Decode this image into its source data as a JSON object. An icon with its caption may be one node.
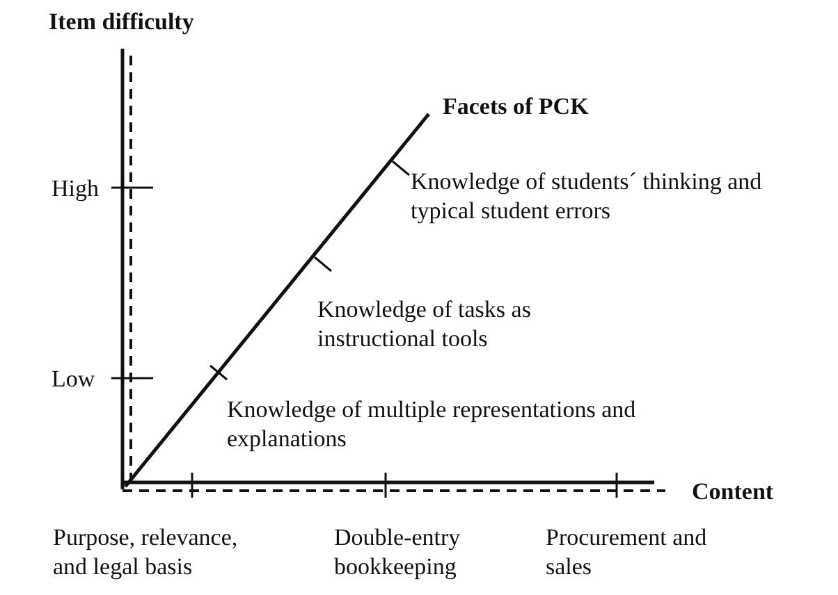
{
  "diagram": {
    "labels": [
      "Item difficulty",
      "High",
      "Low",
      "Facets of PCK",
      "Knowledge of students´ thinking and typical student errors",
      "Knowledge of tasks as instructional tools",
      "Knowledge of multiple representations and explanations",
      "Content",
      "Purpose, relevance, and legal basis",
      "Double-entry bookkeeping",
      "Procurement and sales"
    ]
  }
}
